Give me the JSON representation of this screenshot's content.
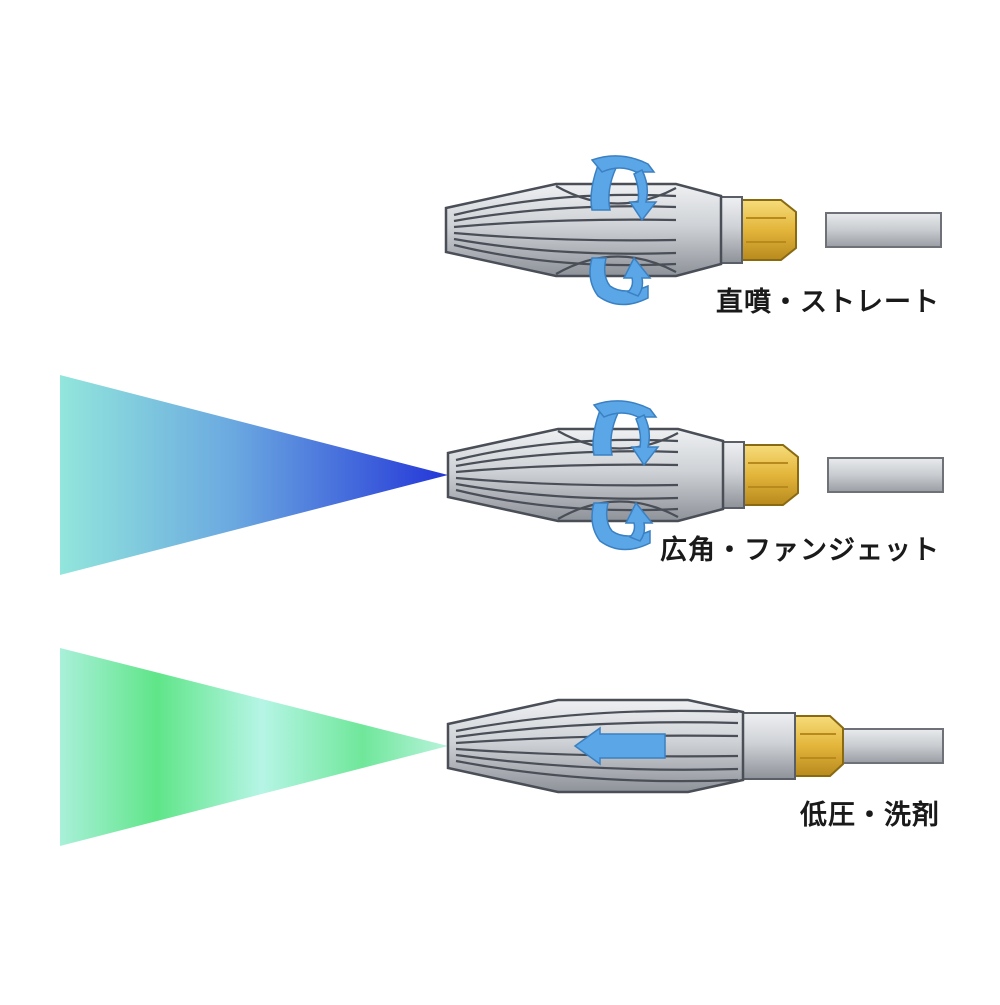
{
  "modes": [
    {
      "label": "直噴・ストレート",
      "spray": "straight-jet",
      "rotation": "rotate-around-nozzle"
    },
    {
      "label": "広角・ファンジェット",
      "spray": "fan-jet",
      "rotation": "rotate-around-nozzle"
    },
    {
      "label": "低圧・洗剤",
      "spray": "low-pressure-detergent",
      "rotation": "slide-forward"
    }
  ],
  "colors": {
    "jet_blue": "#3a6be0",
    "fan_light": "#8fe3dc",
    "fan_dark": "#2a3fd6",
    "detergent_light": "#a8f0dc",
    "detergent_green": "#5fe58a",
    "arrow_blue": "#5aa6e6",
    "nozzle_silver": "#c9cbcf",
    "nozzle_ridge": "#4a4e57",
    "brass": "#e8c24a",
    "hose": "#cfd1d4"
  }
}
